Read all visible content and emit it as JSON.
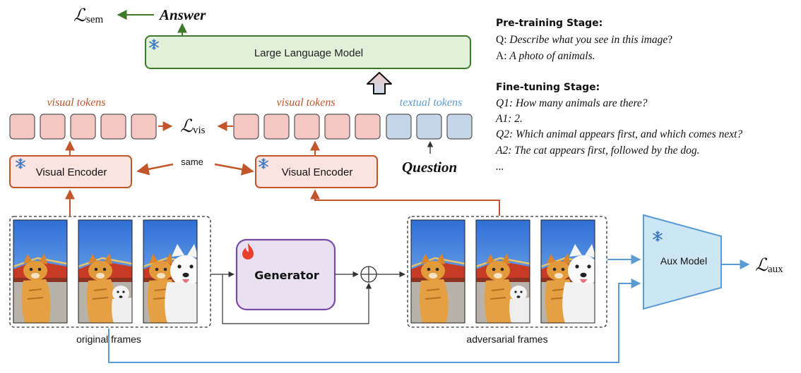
{
  "llm": {
    "label": "Large Language Model"
  },
  "answer": "Answer",
  "losses": {
    "sem": {
      "main": "ℒ",
      "sub": "sem"
    },
    "vis": {
      "main": "ℒ",
      "sub": "vis"
    },
    "aux": {
      "main": "ℒ",
      "sub": "aux"
    }
  },
  "visual_tokens_left": "visual tokens",
  "visual_tokens_right": "visual tokens",
  "textual_tokens": "textual tokens",
  "encoder_left": "Visual Encoder",
  "encoder_right": "Visual Encoder",
  "same_label": "same",
  "question": "Question",
  "generator": "Generator",
  "aux_model": "Aux Model",
  "original_frames": "original frames",
  "adversarial_frames": "adversarial frames",
  "pretraining": {
    "heading": "Pre-training Stage:",
    "q_prefix": "Q: ",
    "q_text": "Describe what you see in this image",
    "q_suffix": "?",
    "a_prefix": "A: ",
    "a_text": "A photo of animals."
  },
  "finetuning": {
    "heading": "Fine-tuning Stage:",
    "lines": [
      "Q1: How many animals are there?",
      "A1: 2.",
      "Q2: Which animal appears first, and which comes next?",
      "A2: The cat appears first, followed by the dog.",
      "..."
    ]
  },
  "colors": {
    "orange": "#c0562a",
    "green": "#3e7a2a",
    "blue": "#5b9bd5",
    "token_pink": "#f4c7c3",
    "token_blue": "#c5d6ea",
    "llm_fill": "#e2efd9",
    "generator_fill": "#e9e1f2",
    "generator_border": "#7a4aa8",
    "aux_fill": "#cce6f6"
  },
  "icons": [
    "snowflake-icon",
    "flame-icon",
    "oplus-icon"
  ]
}
